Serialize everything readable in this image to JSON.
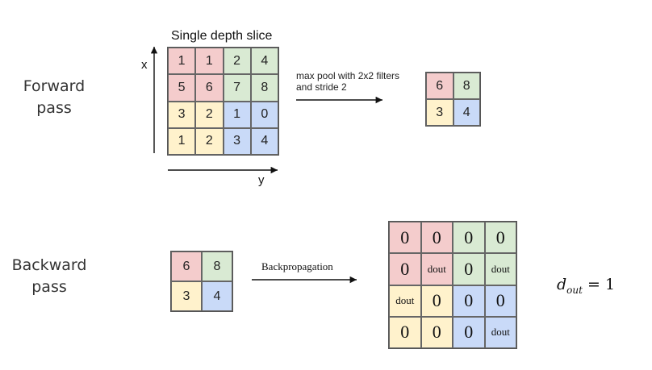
{
  "colors": {
    "red": "#f4cccc",
    "green": "#d9ead3",
    "yellow": "#fff2cc",
    "blue": "#c9daf8"
  },
  "forward": {
    "label_line1": "Forward",
    "label_line2": "pass",
    "title": "Single depth slice",
    "axis_x": "x",
    "axis_y": "y",
    "note_line1": "max pool with 2x2 filters",
    "note_line2": "and stride 2",
    "input": [
      [
        "1",
        "1",
        "2",
        "4"
      ],
      [
        "5",
        "6",
        "7",
        "8"
      ],
      [
        "3",
        "2",
        "1",
        "0"
      ],
      [
        "1",
        "2",
        "3",
        "4"
      ]
    ],
    "output": [
      [
        "6",
        "8"
      ],
      [
        "3",
        "4"
      ]
    ]
  },
  "backward": {
    "label_line1": "Backward",
    "label_line2": "pass",
    "input": [
      [
        "6",
        "8"
      ],
      [
        "3",
        "4"
      ]
    ],
    "arrow_label": "Backpropagation",
    "output": [
      [
        "0",
        "0",
        "0",
        "0"
      ],
      [
        "0",
        "dout",
        "0",
        "dout"
      ],
      [
        "dout",
        "0",
        "0",
        "0"
      ],
      [
        "0",
        "0",
        "0",
        "dout"
      ]
    ],
    "eq_var": "d",
    "eq_sub": "out",
    "eq_rest": " = 1"
  }
}
